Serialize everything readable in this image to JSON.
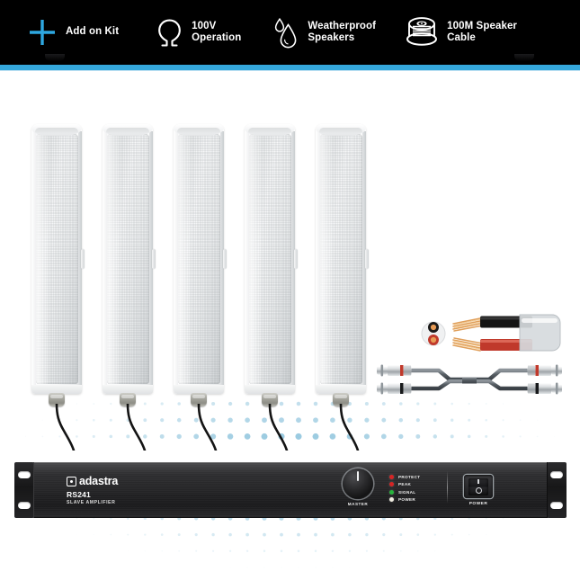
{
  "header": {
    "background_color": "#000000",
    "accent_color": "#35a8dc",
    "features": [
      {
        "icon": "plus-icon",
        "label": "Add on Kit",
        "icon_color": "#2ea7e0"
      },
      {
        "icon": "ohm-icon",
        "label": "100V\nOperation",
        "icon_color": "#ffffff"
      },
      {
        "icon": "water-drop-icon",
        "label": "Weatherproof\nSpeakers",
        "icon_color": "#ffffff"
      },
      {
        "icon": "cable-reel-icon",
        "label": "100M Speaker\nCable",
        "icon_color": "#ffffff"
      }
    ]
  },
  "product": {
    "speakers": {
      "name": "column-speaker",
      "count": 5,
      "color": "#f4f5f6",
      "positions": [
        35,
        114,
        193,
        272,
        351
      ]
    },
    "speaker_cable": {
      "name": "speaker-cable",
      "conductor_colors": [
        "#000000",
        "#c0392b"
      ],
      "copper_color": "#e8a85a"
    },
    "phono_cable": {
      "name": "rca-phono-cable",
      "plug_colors": [
        "#c0392b",
        "#141414"
      ]
    },
    "amplifier": {
      "brand": "adastra",
      "model": "RS241",
      "subtitle": "SLAVE AMPLIFIER",
      "knob_label": "MASTER",
      "power_label": "POWER",
      "body_color": "#242426",
      "leds": [
        {
          "label": "PROTECT",
          "color": "#d62424"
        },
        {
          "label": "PEAK",
          "color": "#d62424"
        },
        {
          "label": "SIGNAL",
          "color": "#27b53c"
        },
        {
          "label": "POWER",
          "color": "#efece0"
        }
      ]
    }
  },
  "background": {
    "dot_color": "#7fbcd8",
    "page_color": "#ffffff"
  }
}
